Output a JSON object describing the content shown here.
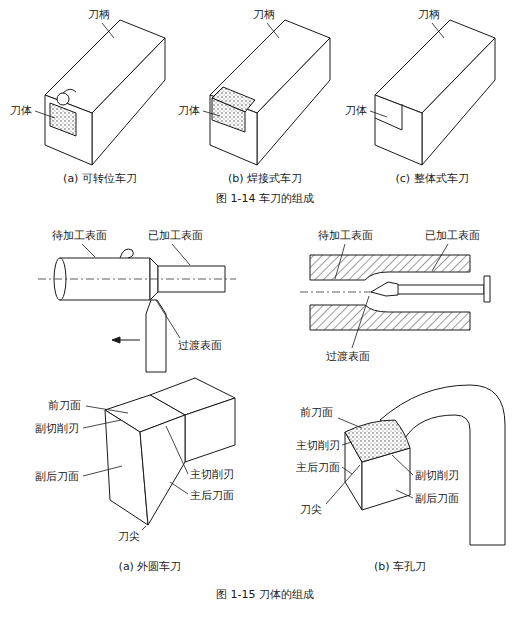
{
  "diagram": {
    "labels": [
      "刀柄",
      "刀体",
      "(a) 可转位车刀",
      "刀柄",
      "刀体",
      "(b) 焊接式车刀",
      "刀柄",
      "刀体",
      "(c) 整体式车刀",
      "图 1-14  车刀的组成",
      "待加工表面",
      "已加工表面",
      "过渡表面",
      "待加工表面",
      "已加工表面",
      "过渡表面",
      "前刀面",
      "副切削刃",
      "副后刀面",
      "主切削刃",
      "主后刀面",
      "刀尖",
      "(a) 外圆车刀",
      "前刀面",
      "主切削刃",
      "主后刀面",
      "刀尖",
      "副切削刃",
      "副后刀面",
      "(b) 车孔刀",
      "图 1-15  刀体的组成"
    ]
  }
}
